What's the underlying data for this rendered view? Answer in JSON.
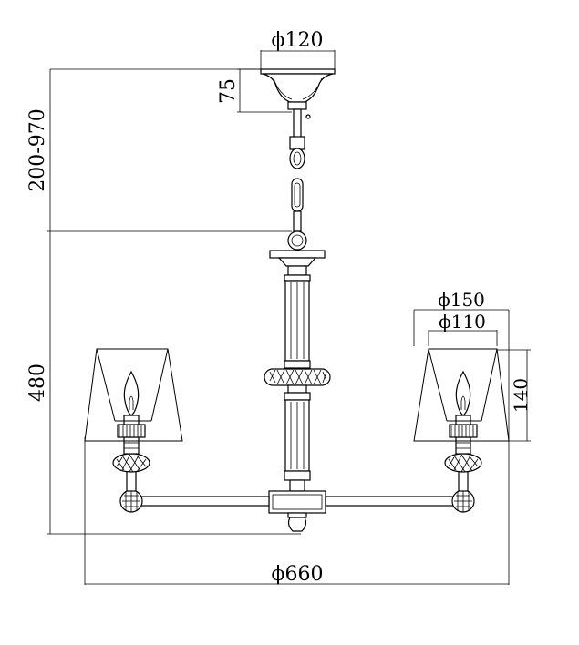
{
  "dimensions": {
    "canopy_diameter": "ϕ120",
    "canopy_height": "75",
    "chain_length": "200-970",
    "body_height": "480",
    "shade_top_diameter": "ϕ110",
    "shade_bottom_diameter": "ϕ150",
    "shade_height": "140",
    "overall_width": "ϕ660"
  },
  "colors": {
    "line": "#000000",
    "accent_ring": "#b03030",
    "background": "#ffffff"
  }
}
